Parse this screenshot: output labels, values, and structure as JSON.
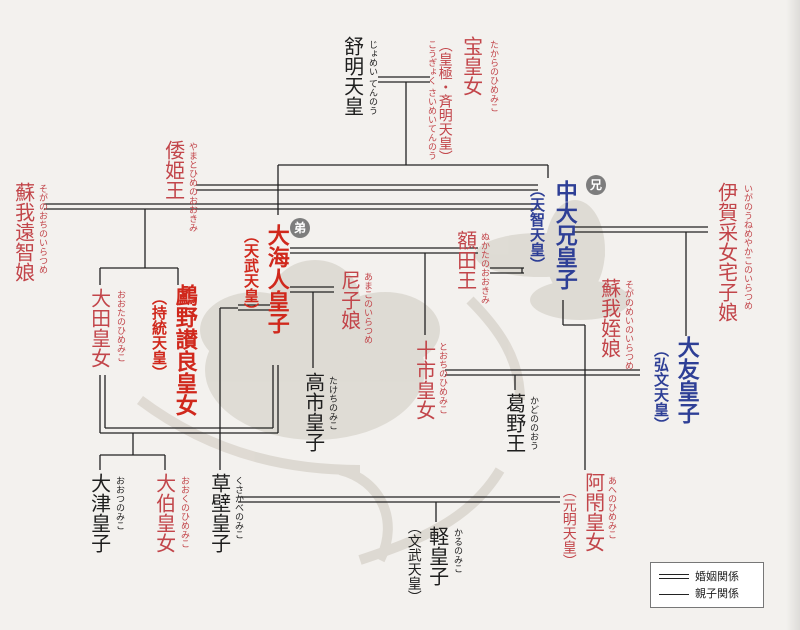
{
  "colors": {
    "male": "#1e1e1e",
    "female": "#c2454a",
    "emphasis_red": "#d0281c",
    "emphasis_blue": "#2e3f96",
    "line": "#222222",
    "badge": "#7d7d7d"
  },
  "people": [
    {
      "id": "jomei",
      "name": "舒明天皇",
      "ruby": "じょめい てんのう",
      "reign": "",
      "gender": "male",
      "emphasis": ""
    },
    {
      "id": "takara",
      "name": "宝皇女",
      "ruby": "たからのひめみこ",
      "reign": "（皇極・斉明天皇）",
      "reign_ruby": "こうぎょく さいめいてんのう",
      "gender": "female",
      "emphasis": ""
    },
    {
      "id": "yamatohime",
      "name": "倭姫王",
      "ruby": "やまとひめのおおきみ",
      "reign": "",
      "gender": "female",
      "emphasis": ""
    },
    {
      "id": "ochi",
      "name": "蘇我遠智娘",
      "ruby": "そがのおちのいらつめ",
      "reign": "",
      "gender": "female",
      "emphasis": ""
    },
    {
      "id": "naka",
      "name": "中大兄皇子",
      "ruby": "",
      "reign": "（天智天皇）",
      "gender": "male",
      "emphasis": "blue"
    },
    {
      "id": "iga",
      "name": "伊賀采女宅子娘",
      "ruby": "いがのうねめやかこのいらつめ",
      "reign": "",
      "gender": "female",
      "emphasis": ""
    },
    {
      "id": "oama",
      "name": "大海人皇子",
      "ruby": "",
      "reign": "（天武天皇）",
      "gender": "male",
      "emphasis": "red"
    },
    {
      "id": "nukata",
      "name": "額田王",
      "ruby": "ぬかたのおおきみ",
      "reign": "",
      "gender": "female",
      "emphasis": ""
    },
    {
      "id": "ota",
      "name": "大田皇女",
      "ruby": "おおたのひめみこ",
      "reign": "",
      "gender": "female",
      "emphasis": ""
    },
    {
      "id": "uno",
      "name": "鸕野讃良皇女",
      "ruby": "",
      "reign": "（持統天皇）",
      "gender": "female",
      "emphasis": "red"
    },
    {
      "id": "amako",
      "name": "尼子娘",
      "ruby": "あまこのいらつめ",
      "reign": "",
      "gender": "female",
      "emphasis": ""
    },
    {
      "id": "mei",
      "name": "蘇我姪娘",
      "ruby": "そがのめいのいらつめ",
      "reign": "",
      "gender": "female",
      "emphasis": ""
    },
    {
      "id": "otomo",
      "name": "大友皇子",
      "ruby": "",
      "reign": "（弘文天皇）",
      "gender": "male",
      "emphasis": "blue"
    },
    {
      "id": "tochi",
      "name": "十市皇女",
      "ruby": "とおちのひめみこ",
      "reign": "",
      "gender": "female",
      "emphasis": ""
    },
    {
      "id": "takechi",
      "name": "高市皇子",
      "ruby": "たけちのみこ",
      "reign": "",
      "gender": "male",
      "emphasis": ""
    },
    {
      "id": "kadono",
      "name": "葛野王",
      "ruby": "かどののおう",
      "reign": "",
      "gender": "male",
      "emphasis": ""
    },
    {
      "id": "otsu",
      "name": "大津皇子",
      "ruby": "おおつのみこ",
      "reign": "",
      "gender": "male",
      "emphasis": ""
    },
    {
      "id": "oku",
      "name": "大伯皇女",
      "ruby": "おおくのひめみこ",
      "reign": "",
      "gender": "female",
      "emphasis": ""
    },
    {
      "id": "kusakabe",
      "name": "草壁皇子",
      "ruby": "くさかべのみこ",
      "reign": "",
      "gender": "male",
      "emphasis": ""
    },
    {
      "id": "abe",
      "name": "阿閇皇女",
      "ruby": "あへのひめみこ",
      "reign": "（元明天皇）",
      "gender": "female",
      "emphasis": ""
    },
    {
      "id": "karu",
      "name": "軽皇子",
      "ruby": "かるのみこ",
      "reign": "（文武天皇）",
      "gender": "male",
      "emphasis": ""
    }
  ],
  "badges": [
    {
      "id": "ani",
      "label": "兄",
      "for": "naka"
    },
    {
      "id": "otouto",
      "label": "弟",
      "for": "oama"
    }
  ],
  "legend": {
    "marriage": "婚姻関係",
    "parent_child": "親子関係"
  }
}
